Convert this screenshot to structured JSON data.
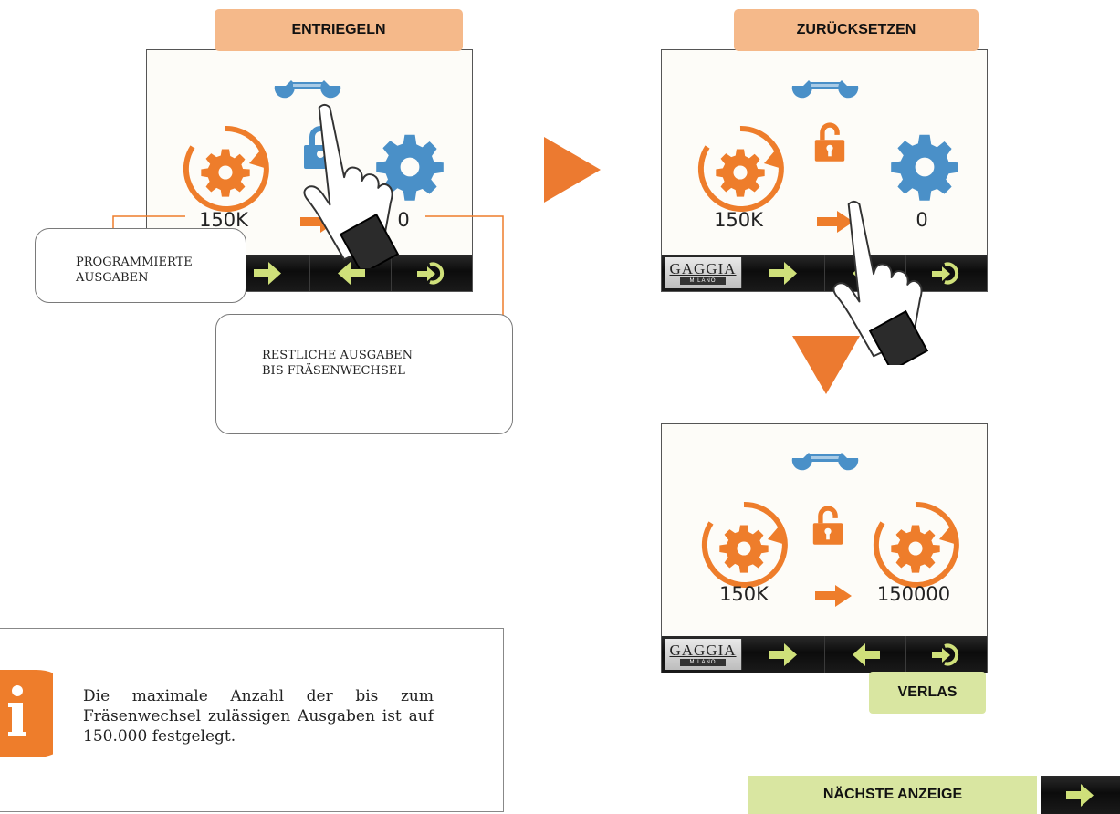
{
  "labels": {
    "unlock": "ENTRIEGELN",
    "reset": "ZURÜCKSETZEN",
    "exit": "VERLAS",
    "next_screen": "NÄCHSTE ANZEIGE"
  },
  "screen1": {
    "programmed": "150K",
    "remaining": "0"
  },
  "screen2": {
    "programmed": "150K",
    "remaining": "0"
  },
  "screen3": {
    "programmed": "150K",
    "remaining": "150000"
  },
  "callouts": {
    "programmed_line1": "PROGRAMMIERTE",
    "programmed_line2": "AUSGABEN",
    "remaining_line1": "RESTLICHE AUSGABEN",
    "remaining_line2": "BIS FRÄSENWECHSEL"
  },
  "logo": {
    "brand": "GAGGIA",
    "sub": "MILANO"
  },
  "info": {
    "icon": "info-icon",
    "text": "Die maximale Anzahl der bis zum Fräsenwechsel zulässigen Ausgaben ist auf 150.000 festgelegt."
  },
  "colors": {
    "orange": "#ee7d2b",
    "blue": "#4a90c8",
    "label_orange": "#f5b98a",
    "label_green": "#d9e6a1",
    "flow_arrow": "#ec7a30"
  }
}
